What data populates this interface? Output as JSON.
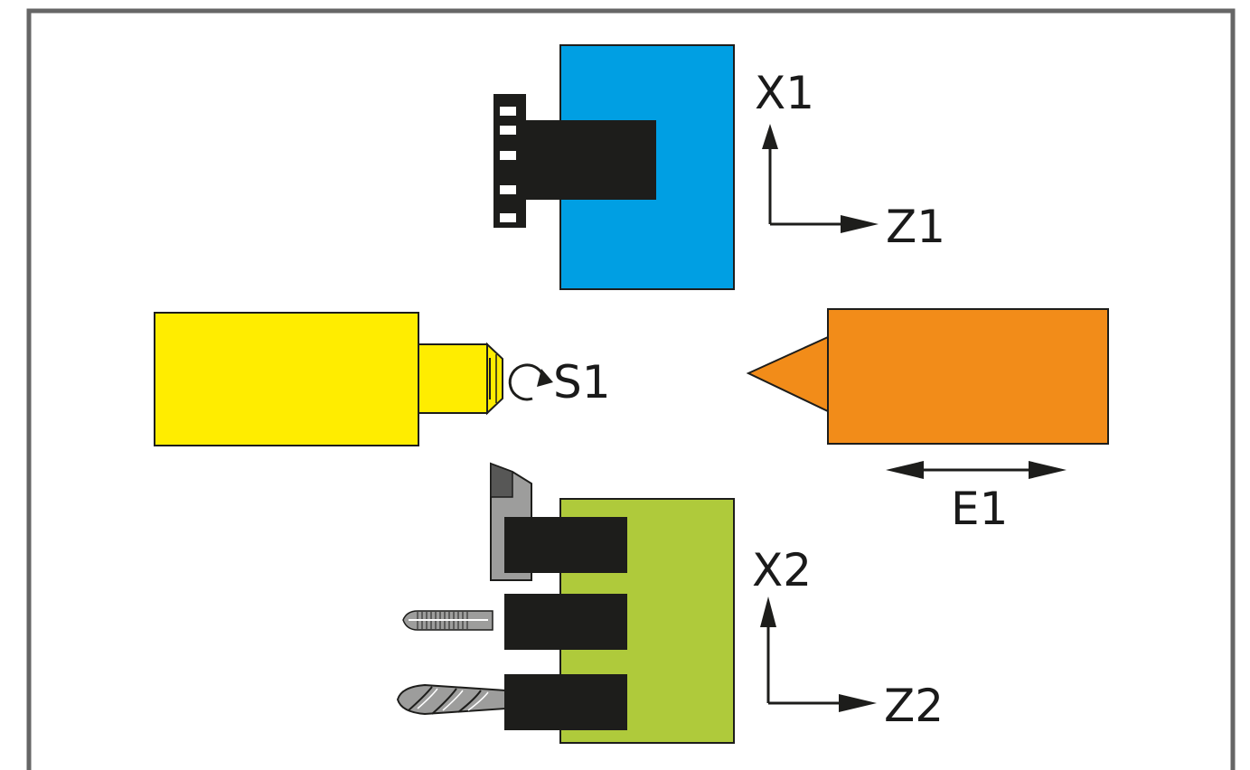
{
  "labels": {
    "x1": "X1",
    "z1": "Z1",
    "s1": "S1",
    "e1": "E1",
    "x2": "X2",
    "z2": "Z2"
  },
  "colors": {
    "frame": "#666666",
    "upper_turret": "#009fe3",
    "spindle": "#ffed00",
    "tailstock": "#f28c19",
    "lower_turret": "#afca3b",
    "tool_holder": "#1d1d1b",
    "tool": "#9d9d9c",
    "outline": "#1d1d1b"
  },
  "icons": {
    "rotation": "rotation-arrow-icon"
  }
}
